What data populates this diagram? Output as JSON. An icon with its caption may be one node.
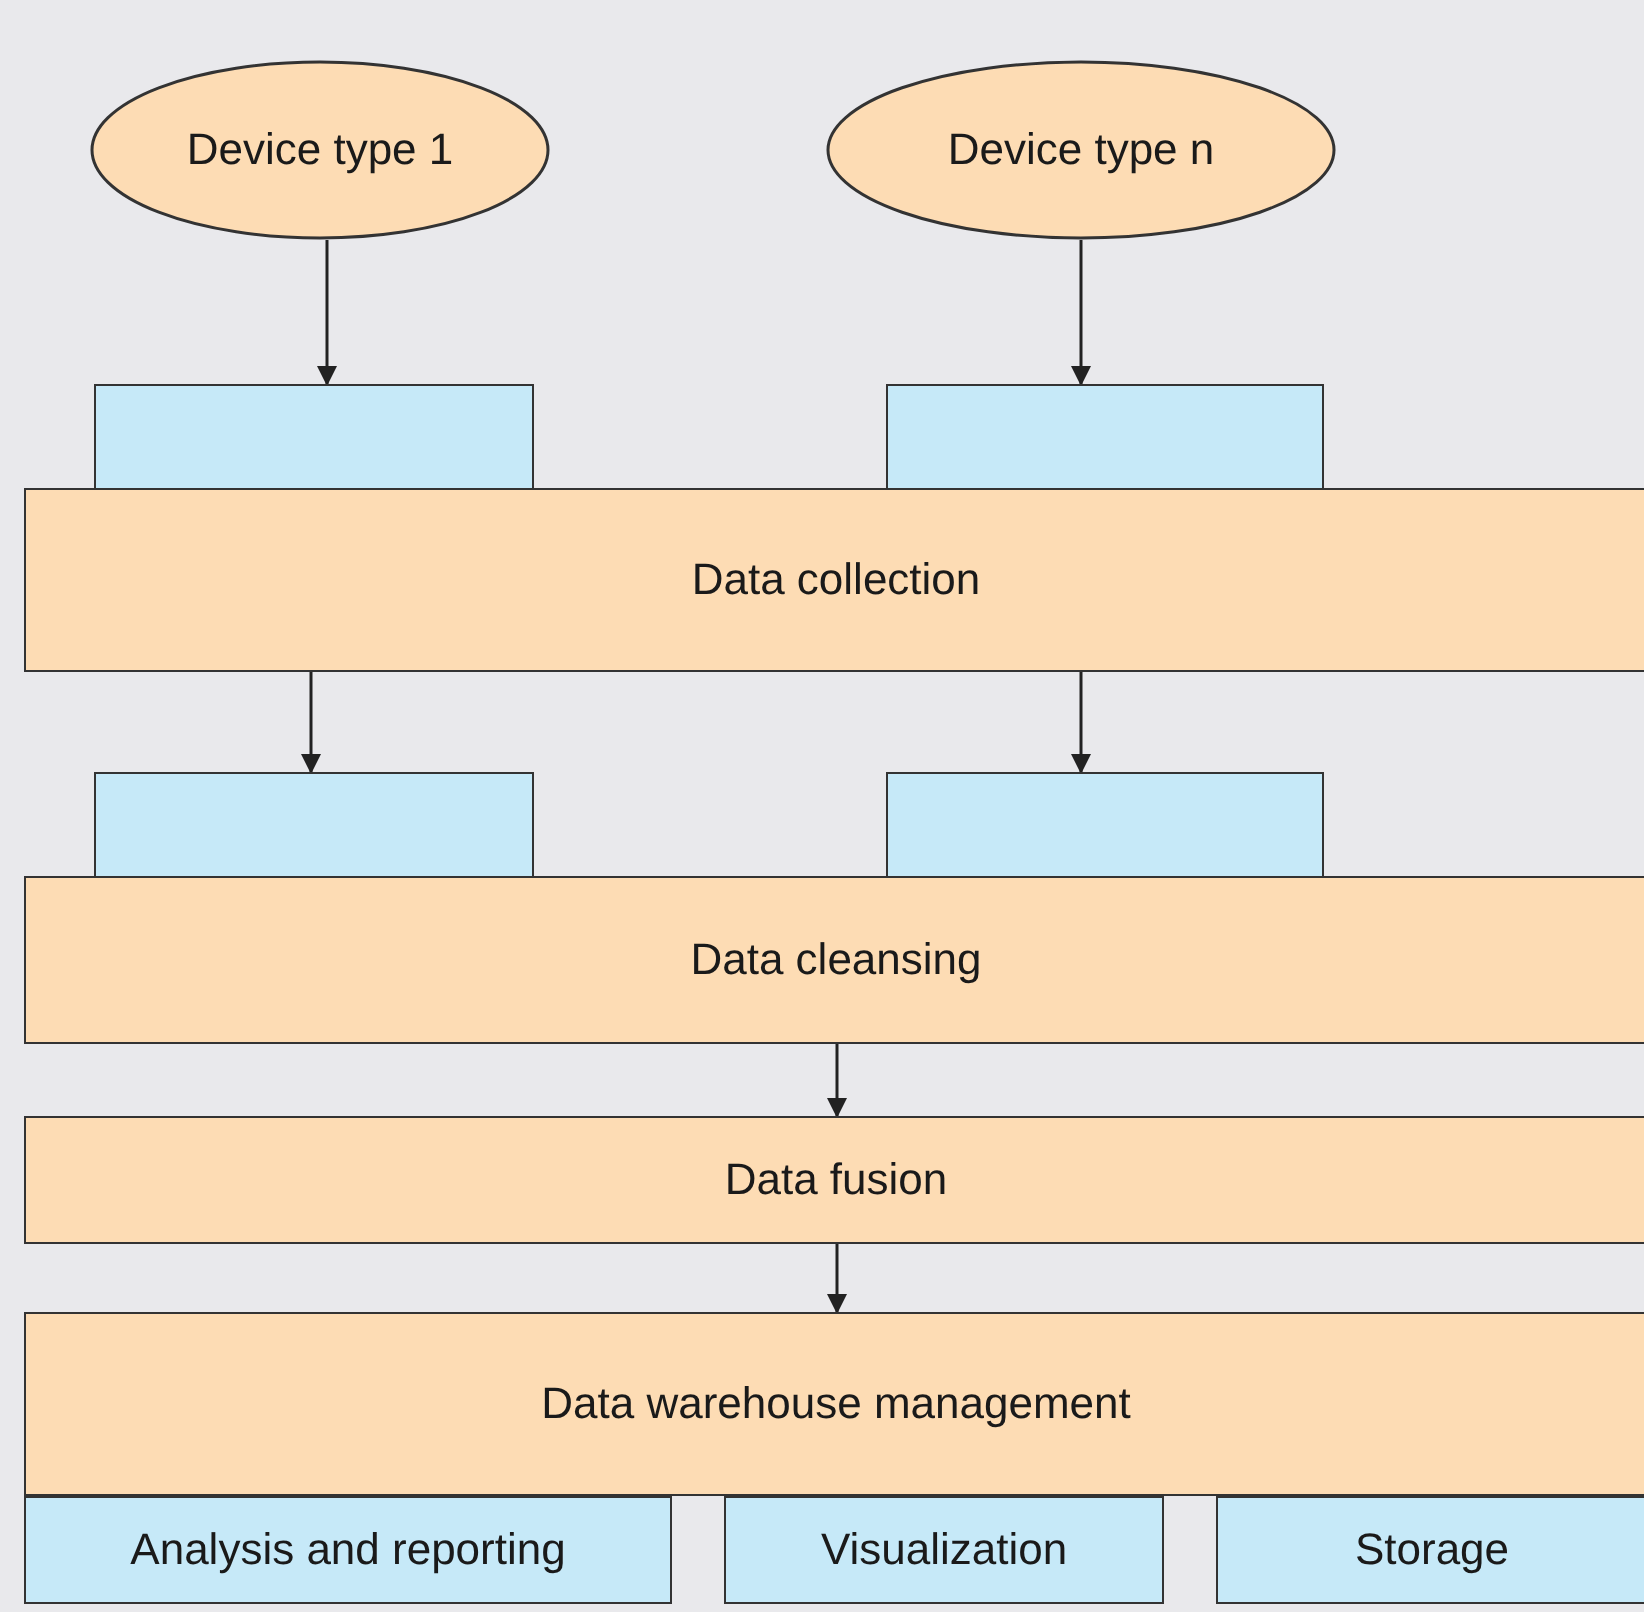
{
  "diagram": {
    "nodes": [
      {
        "text": [
          "Device type 1"
        ]
      },
      {
        "text": [
          "Device type n"
        ]
      },
      {
        "text": [],
        "shape": "box"
      },
      {
        "text": [],
        "shape": "box"
      },
      {
        "text": [
          "Data collection"
        ]
      },
      {
        "text": [],
        "shape": "box"
      },
      {
        "text": [],
        "shape": "box"
      },
      {
        "text": [
          "Data cleansing"
        ]
      },
      {
        "text": [
          "Data fusion"
        ]
      },
      {
        "text": [
          "Data warehouse management"
        ]
      },
      {
        "text": [
          "Analysis and reporting"
        ]
      },
      {
        "text": [
          "Visualization"
        ]
      },
      {
        "text": [
          "Storage"
        ]
      }
    ],
    "edges": [
      {
        "from": 0,
        "to": 2,
        "arrow": "to"
      },
      {
        "from": 1,
        "to": 3,
        "arrow": "to"
      },
      {
        "from": 4,
        "to": 5,
        "arrow": "to"
      },
      {
        "from": 4,
        "to": 6,
        "arrow": "to"
      },
      {
        "from": 7,
        "to": 8,
        "arrow": "to"
      },
      {
        "from": 8,
        "to": 9,
        "arrow": "to"
      }
    ]
  }
}
